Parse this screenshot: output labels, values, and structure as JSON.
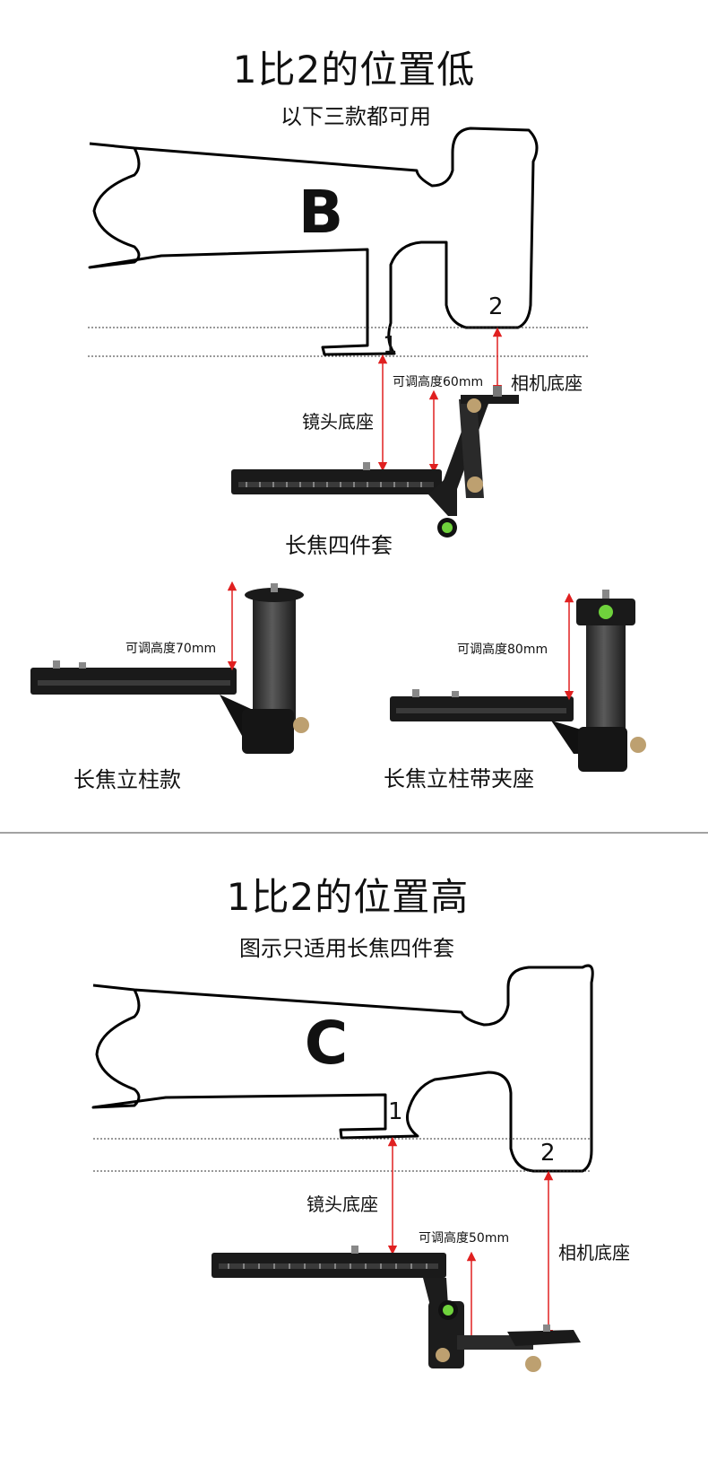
{
  "section_b": {
    "title": "1比2的位置低",
    "subtitle": "以下三款都可用",
    "letter": "B",
    "mark1": "1",
    "mark2": "2",
    "adjust_label": "可调高度60mm",
    "camera_base_label": "相机底座",
    "lens_base_label": "镜头底座",
    "product_label": "长焦四件套"
  },
  "products_row": {
    "left": {
      "adjust_label": "可调高度70mm",
      "product_label": "长焦立柱款"
    },
    "right": {
      "adjust_label": "可调高度80mm",
      "product_label": "长焦立柱带夹座"
    }
  },
  "section_c": {
    "title": "1比2的位置高",
    "subtitle": "图示只适用长焦四件套",
    "letter": "C",
    "mark1": "1",
    "mark2": "2",
    "lens_base_label": "镜头底座",
    "adjust_label": "可调高度50mm",
    "camera_base_label": "相机底座"
  },
  "colors": {
    "arrow": "#e02020",
    "outline": "#000000",
    "metal": "#1a1a1a",
    "bubble": "#6fd23c"
  }
}
